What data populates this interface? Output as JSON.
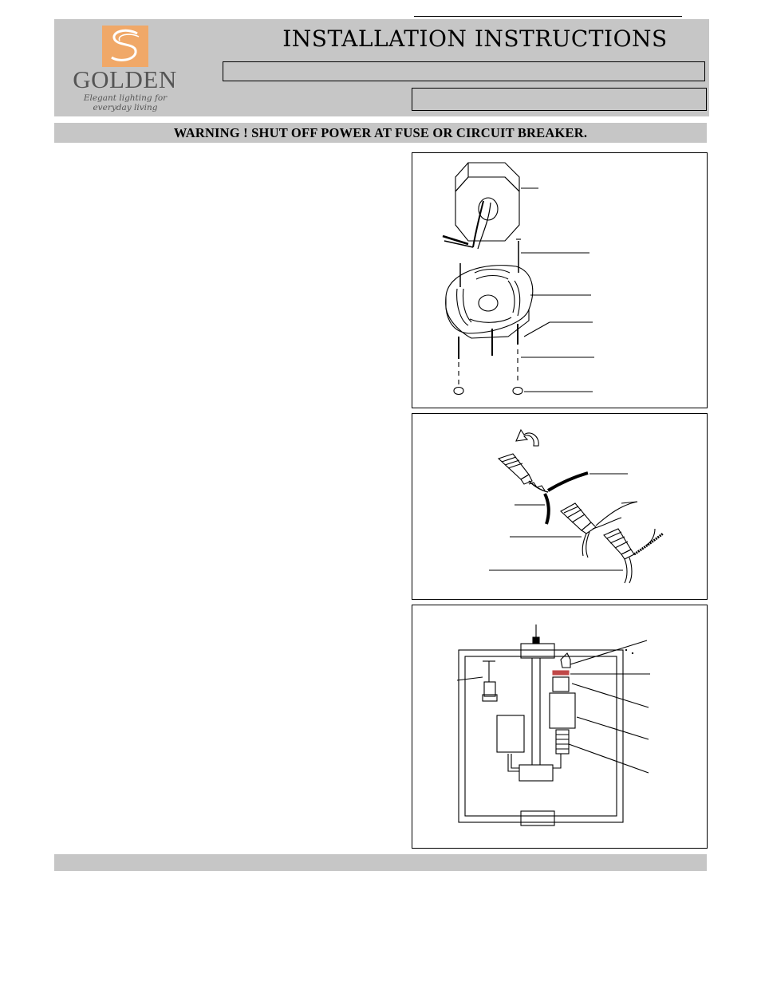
{
  "header": {
    "title": "INSTALLATION INSTRUCTIONS",
    "logo": {
      "wordmark": "GOLDEN",
      "tagline": "Elegant lighting for everyday living",
      "brand_color": "#f0a868"
    },
    "field_1_value": "",
    "field_2_value": ""
  },
  "warning": {
    "text": "WARNING !  SHUT OFF POWER AT FUSE OR CIRCUIT BREAKER."
  },
  "diagrams": [
    {
      "name": "mounting-bracket-diagram",
      "depicts": "junction box, mounting bracket, screws and ball nuts"
    },
    {
      "name": "wiring-diagram",
      "depicts": "wire connectors joining fixture wires to supply wires"
    },
    {
      "name": "fixture-assembly-diagram",
      "depicts": "wall sconce frame with socket, cup and threaded nipple"
    }
  ],
  "footer": {
    "text": ""
  },
  "colors": {
    "band_gray": "#c6c6c6",
    "logo_orange": "#f0a868",
    "logo_text_gray": "#555555"
  }
}
